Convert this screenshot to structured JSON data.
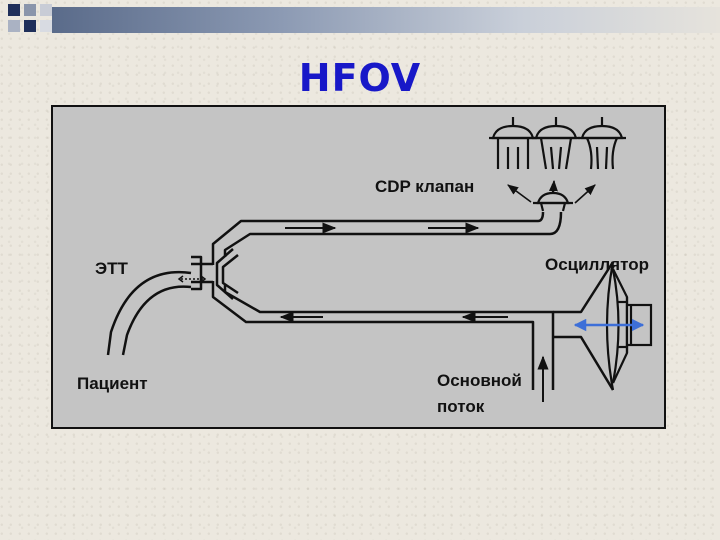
{
  "slide": {
    "title": "HFOV"
  },
  "diagram": {
    "labels": {
      "cdp_valve": "CDP клапан",
      "ett": "ЭТТ",
      "oscillator": "Осциллятор",
      "patient": "Пациент",
      "main_flow_line1": "Основной",
      "main_flow_line2": "поток"
    }
  },
  "colors": {
    "title": "#1818c8",
    "diagram_background": "#c4c4c4",
    "oscillation_arrow": "#3d6fd8",
    "header_bar": "#5a6b8a"
  }
}
